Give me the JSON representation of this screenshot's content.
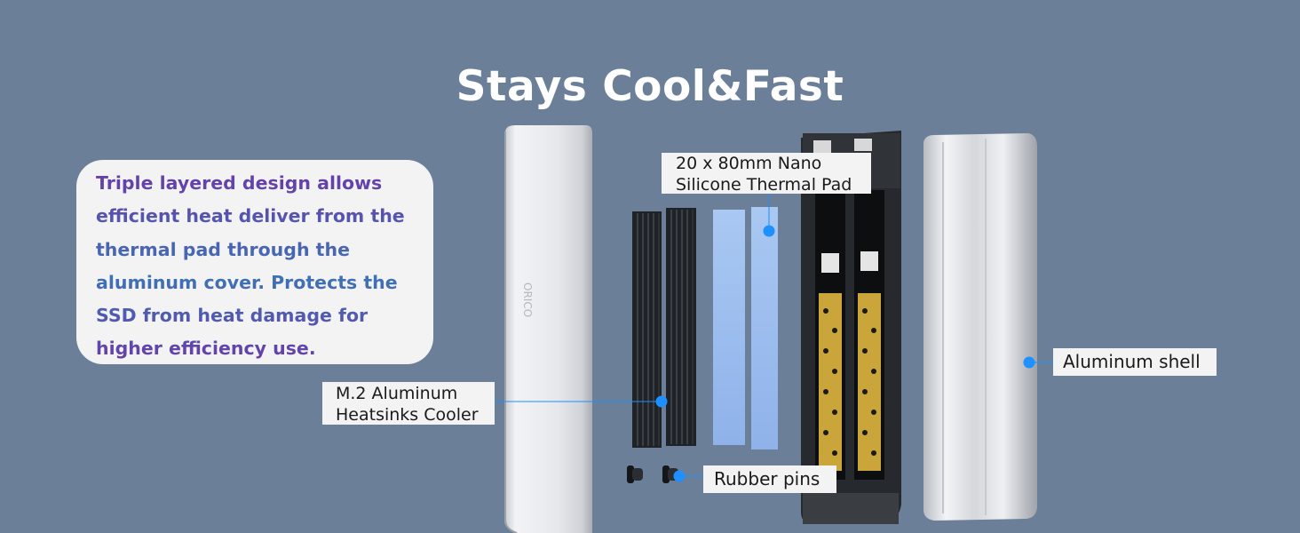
{
  "title": "Stays Cool&Fast",
  "description": "Triple layered design allows efficient heat deliver from the thermal pad through the aluminum cover. Protects the SSD from heat damage for higher efficiency use.",
  "callouts": {
    "thermal_pad": {
      "line1": "20 x 80mm Nano",
      "line2": "Silicone Thermal Pad"
    },
    "heatsink": {
      "line1": "M.2 Aluminum",
      "line2": "Heatsinks Cooler"
    },
    "rubber_pins": {
      "label": "Rubber pins"
    },
    "shell": {
      "label": "Aluminum shell"
    }
  },
  "colors": {
    "background": "#6b7f98",
    "callout_dot": "#1e90ff",
    "text_gradient_start": "#6a3aa8",
    "text_gradient_end": "#3d73b6"
  }
}
